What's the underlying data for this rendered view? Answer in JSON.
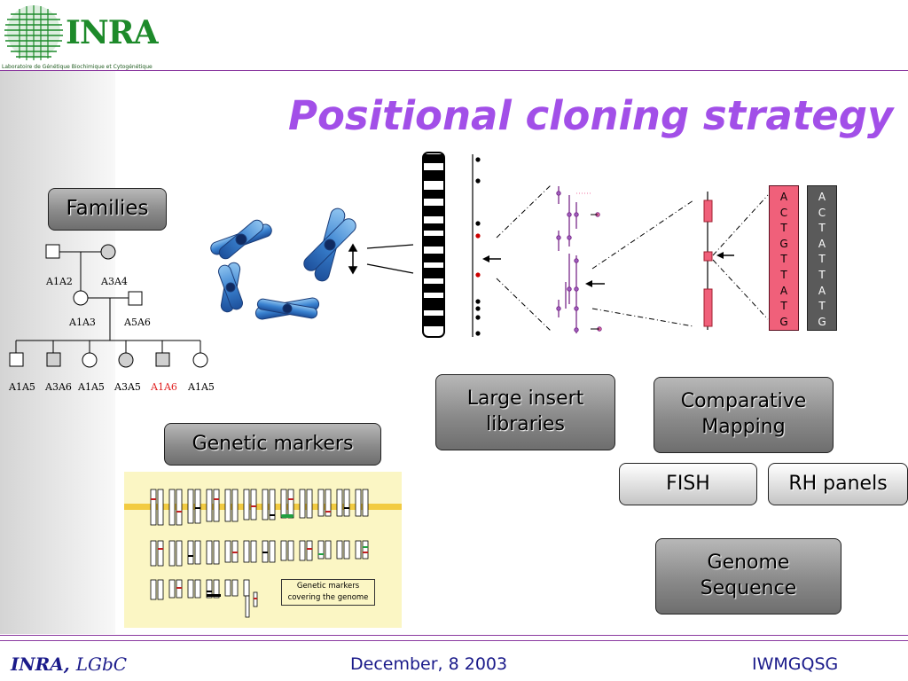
{
  "logo": {
    "name": "INRA",
    "subtitle": "Laboratoire de Génétique Biochimique et Cytogénétique"
  },
  "title": "Positional cloning strategy",
  "boxes": {
    "families": "Families",
    "genetic_markers": "Genetic markers",
    "large_insert": "Large insert libraries",
    "comparative": "Comparative Mapping",
    "fish": "FISH",
    "rh_panels": "RH panels",
    "genome": "Genome Sequence"
  },
  "pedigree": {
    "parents_left": "A1A2",
    "parents_right": "A3A4",
    "gen2_left": "A1A3",
    "gen2_right": "A5A6",
    "children": [
      "A1A5",
      "A3A6",
      "A1A5",
      "A3A5",
      "A1A6",
      "A1A5"
    ],
    "highlight_color": "#e02020"
  },
  "sequences": {
    "red_strand": [
      "A",
      "C",
      "T",
      "G",
      "T",
      "T",
      "A",
      "T",
      "G"
    ],
    "grey_strand": [
      "A",
      "C",
      "T",
      "A",
      "T",
      "T",
      "A",
      "T",
      "G"
    ]
  },
  "marker_panel": {
    "note": "Genetic markers covering the genome"
  },
  "footer": {
    "org": "INRA,",
    "lab": "LGbC",
    "date": "December, 8  2003",
    "event": "IWMGQSG"
  },
  "colors": {
    "title": "#a24fe8",
    "rule": "#8b3aa0",
    "footer": "#1a1a8a",
    "logo_green": "#1d8a2a",
    "seq_red": "#f0607a",
    "seq_grey": "#5a5a5a"
  }
}
